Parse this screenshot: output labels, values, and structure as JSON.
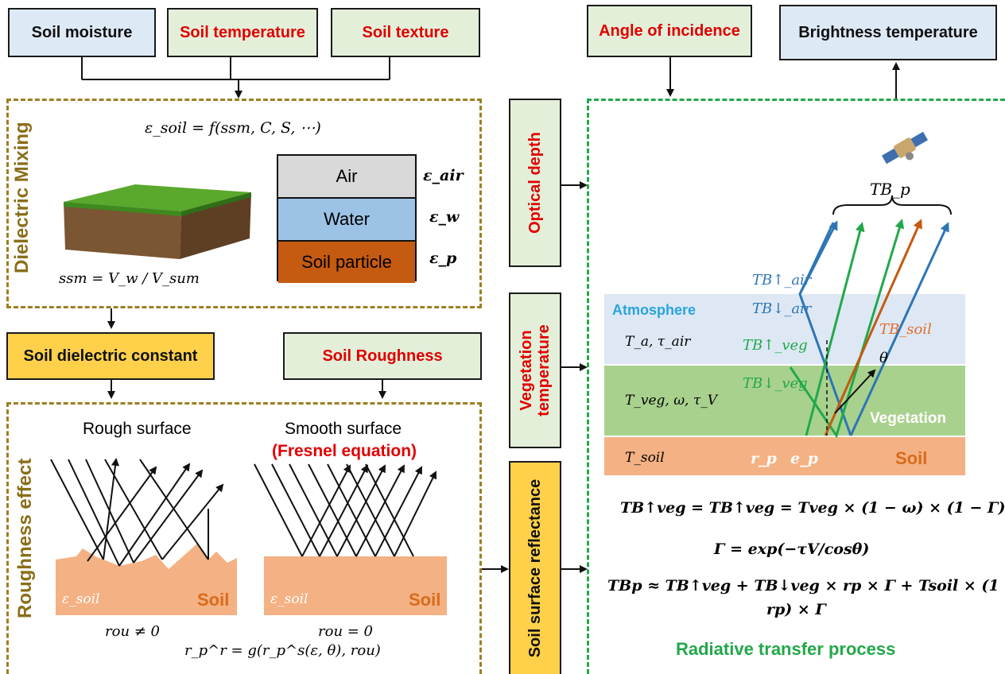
{
  "top": {
    "soil_moisture": "Soil moisture",
    "soil_temperature": "Soil temperature",
    "soil_texture": "Soil texture",
    "angle_incidence": "Angle of incidence",
    "brightness_temp": "Brightness temperature"
  },
  "dielectric": {
    "title": "Dielectric Mixing",
    "eq_top": "ε_soil = f(ssm, C, S, ⋯)",
    "layers": [
      {
        "label": "Air",
        "symbol": "ε_air",
        "color": "#d9d9d9"
      },
      {
        "label": "Water",
        "symbol": "ε_w",
        "color": "#9cc3e6"
      },
      {
        "label": "Soil particle",
        "symbol": "ε_p",
        "color": "#c55a11"
      }
    ],
    "eq_bottom": "ssm = V_w / V_sum"
  },
  "soil_dielectric_constant": "Soil dielectric constant",
  "soil_roughness": "Soil Roughness",
  "roughness": {
    "title": "Roughness effect",
    "rough_label": "Rough surface",
    "smooth_label": "Smooth surface",
    "fresnel": "(Fresnel equation)",
    "eps_soil": "ε_soil",
    "soil": "Soil",
    "rough_eq": "rou ≠ 0",
    "smooth_eq": "rou = 0",
    "bottom_eq": "r_p^r = g(r_p^s(ε, θ), rou)"
  },
  "side": {
    "optical_depth": "Optical depth",
    "veg_temp": "Vegetation temperature",
    "soil_surface_reflectance": "Soil surface reflectance"
  },
  "radiative": {
    "tbp": "TB_p",
    "tb_air_up": "TB↑_air",
    "tb_air_down": "TB↓_air",
    "tb_veg_up": "TB↑_veg",
    "tb_veg_down": "TB↓_veg",
    "tb_soil": "TB_soil",
    "theta": "θ",
    "atmosphere": "Atmosphere",
    "vegetation": "Vegetation",
    "soil": "Soil",
    "ta_tau": "T_a, τ_air",
    "tveg": "T_veg, ω, τ_V",
    "tsoil": "T_soil",
    "rp": "r_p",
    "ep": "e_p",
    "eq1": "TB↑veg = TB↑veg = Tveg × (1 − ω) × (1 − Γ)",
    "eq2": "Γ = exp(−τV/cosθ)",
    "eq3a": "TBp ≈ TB↑veg + TB↓veg × rp × Γ + Tsoil × (1 −",
    "eq3b": "rp) × Γ",
    "title": "Radiative transfer process"
  }
}
